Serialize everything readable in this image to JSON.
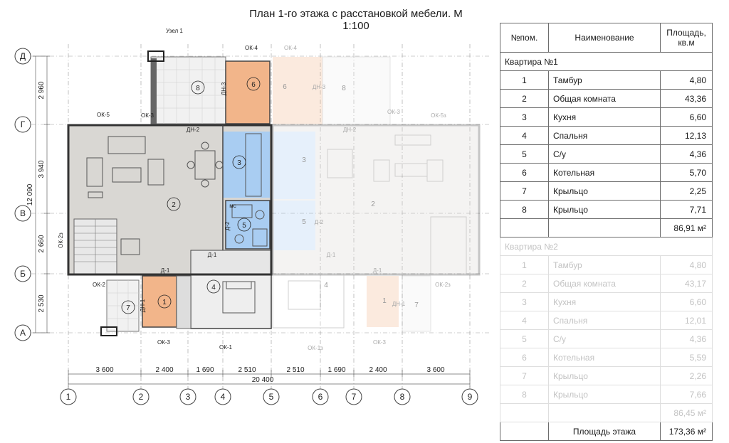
{
  "title": "План 1-го этажа с расстановкой мебели. М 1:100",
  "plan": {
    "axes_letters": [
      "Д",
      "Г",
      "В",
      "Б",
      "А"
    ],
    "axes_numbers": [
      "1",
      "2",
      "3",
      "4",
      "5",
      "6",
      "7",
      "8",
      "9"
    ],
    "dim_left": [
      "2 960",
      "3 940",
      "2 660",
      "2 530"
    ],
    "dim_left_total": "12 090",
    "dim_bottom": [
      "3 600",
      "2 400",
      "1 690",
      "2 510",
      "2 510",
      "1 690",
      "2 400",
      "3 600"
    ],
    "dim_bottom_total": "20 400",
    "node_label": "Узел 1",
    "room_numbers": [
      "1",
      "2",
      "3",
      "4",
      "5",
      "6",
      "7",
      "8"
    ],
    "mirror_room_numbers": [
      "1",
      "2",
      "3",
      "4",
      "5",
      "6",
      "7",
      "8"
    ],
    "labels": {
      "ok4": "ОК-4",
      "ok4r": "ОК-4",
      "ok5": "ОК-5",
      "ok3a": "ОК-3",
      "ok3b": "ОК-3",
      "ok3c": "ОК-3",
      "ok5r": "ОК-5з",
      "ok2": "ОК-2",
      "ok2a": "ОК-2з",
      "ok2r": "ОК-2з",
      "ok1": "ОК-1",
      "ok1a": "ОК-1з",
      "dn1": "ДН-1",
      "dn2": "ДН-2",
      "dn2r": "ДН-2",
      "dn3": "ДН-3",
      "dn3r": "ДН-3",
      "dn1r": "ДН-1",
      "d1a": "Д-1",
      "d1b": "Д-1",
      "d1r": "Д-1",
      "d1r2": "Д-1",
      "d2": "Д-2",
      "d2r": "Д-2",
      "mc": "мс"
    }
  },
  "schedule": {
    "header": {
      "num": "№пом.",
      "name": "Наименование",
      "area": "Площадь, кв.м"
    },
    "apt1_title": "Квартира №1",
    "apt1": [
      {
        "num": "1",
        "name": "Тамбур",
        "area": "4,80"
      },
      {
        "num": "2",
        "name": "Общая комната",
        "area": "43,36"
      },
      {
        "num": "3",
        "name": "Кухня",
        "area": "6,60"
      },
      {
        "num": "4",
        "name": "Спальня",
        "area": "12,13"
      },
      {
        "num": "5",
        "name": "С/у",
        "area": "4,36"
      },
      {
        "num": "6",
        "name": "Котельная",
        "area": "5,70"
      },
      {
        "num": "7",
        "name": "Крыльцо",
        "area": "2,25"
      },
      {
        "num": "8",
        "name": "Крыльцо",
        "area": "7,71"
      }
    ],
    "apt1_total": "86,91 м²",
    "apt2_title": "Квартира №2",
    "apt2": [
      {
        "num": "1",
        "name": "Тамбур",
        "area": "4,80"
      },
      {
        "num": "2",
        "name": "Общая комната",
        "area": "43,17"
      },
      {
        "num": "3",
        "name": "Кухня",
        "area": "6,60"
      },
      {
        "num": "4",
        "name": "Спальня",
        "area": "12,01"
      },
      {
        "num": "5",
        "name": "С/у",
        "area": "4,36"
      },
      {
        "num": "6",
        "name": "Котельная",
        "area": "5,59"
      },
      {
        "num": "7",
        "name": "Крыльцо",
        "area": "2,26"
      },
      {
        "num": "8",
        "name": "Крыльцо",
        "area": "7,66"
      }
    ],
    "apt2_total": "86,45 м²",
    "floor_total_label": "Площадь этажа",
    "floor_total": "173,36 м²"
  },
  "colors": {
    "kitchen_bath": "#a9cdf2",
    "boiler_vestibule": "#f2b58a",
    "living": "#d9d7d3",
    "wall": "#555555"
  }
}
